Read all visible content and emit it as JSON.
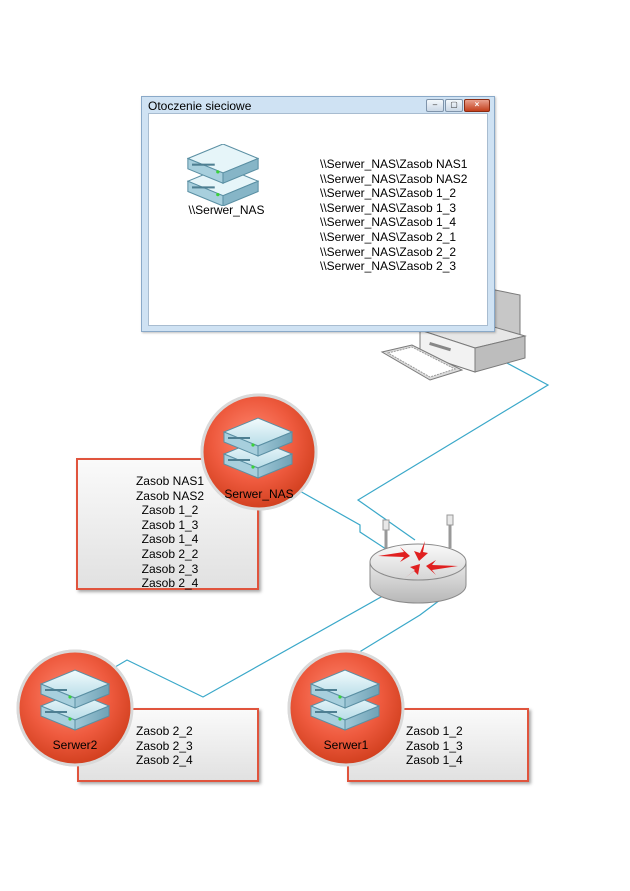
{
  "window": {
    "title": "Otoczenie sieciowe",
    "nas_label": "\\\\Serwer_NAS",
    "paths": [
      "\\\\Serwer_NAS\\Zasob NAS1",
      "\\\\Serwer_NAS\\Zasob NAS2",
      "\\\\Serwer_NAS\\Zasob 1_2",
      "\\\\Serwer_NAS\\Zasob 1_3",
      "\\\\Serwer_NAS\\Zasob 1_4",
      "\\\\Serwer_NAS\\Zasob 2_1",
      "\\\\Serwer_NAS\\Zasob 2_2",
      "\\\\Serwer_NAS\\Zasob 2_3"
    ]
  },
  "servers": {
    "nas": {
      "label": "Serwer_NAS",
      "resources": [
        "Zasob NAS1",
        "Zasob NAS2",
        "Zasob 1_2",
        "Zasob 1_3",
        "Zasob 1_4",
        "Zasob 2_2",
        "Zasob 2_3",
        "Zasob 2_4"
      ]
    },
    "serwer2": {
      "label": "Serwer2",
      "resources": [
        "Zasob 2_2",
        "Zasob 2_3",
        "Zasob 2_4"
      ]
    },
    "serwer1": {
      "label": "Serwer1",
      "resources": [
        "Zasob 1_2",
        "Zasob 1_3",
        "Zasob 1_4"
      ]
    }
  },
  "colors": {
    "accent": "#e8533b",
    "link": "#3aa8c9",
    "window_frame": "#cfe2f3",
    "router_arrow": "#e02020"
  }
}
